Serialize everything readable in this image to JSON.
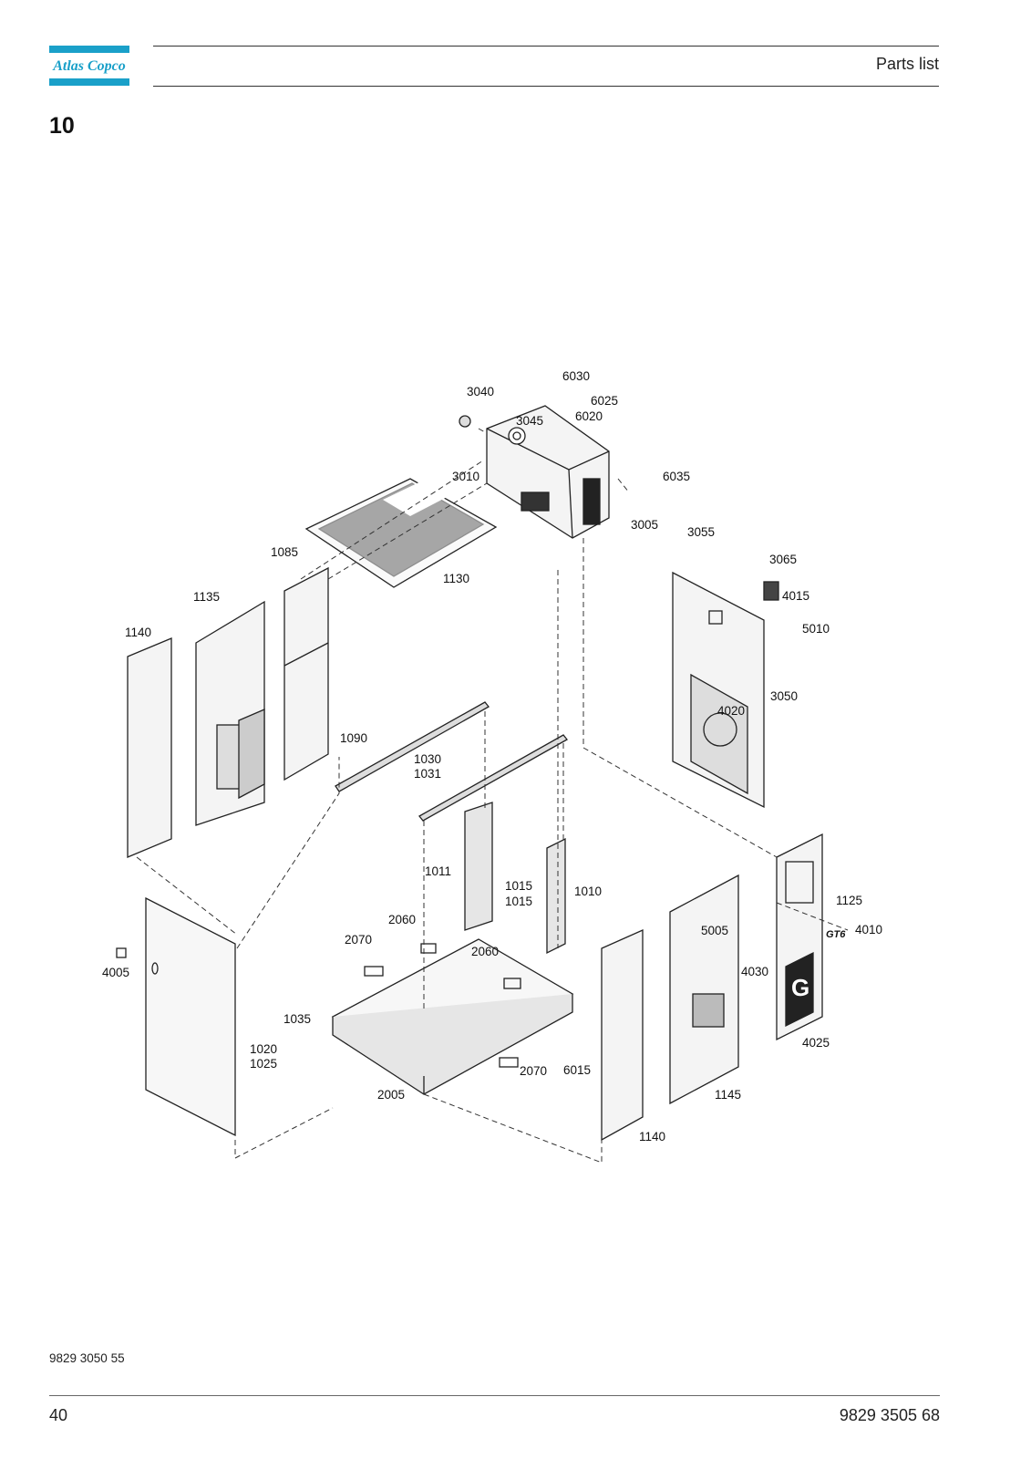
{
  "header": {
    "brand": "Atlas Copco",
    "title": "Parts list",
    "brand_color": "#1aa0c9"
  },
  "section": {
    "number": "10"
  },
  "diagram": {
    "part_labels": [
      "3040",
      "6030",
      "6025",
      "6020",
      "3045",
      "3010",
      "6035",
      "3005",
      "3055",
      "3065",
      "4015",
      "5010",
      "1130",
      "1085",
      "1135",
      "1140",
      "3050",
      "4020",
      "1090",
      "1030",
      "1031",
      "1011",
      "1015",
      "1015",
      "1010",
      "2060",
      "2070",
      "2060",
      "4005",
      "1125",
      "4010",
      "5005",
      "4030",
      "1035",
      "1020",
      "1025",
      "2070",
      "6015",
      "2005",
      "4025",
      "1145",
      "1140"
    ],
    "emblem_letter": "G",
    "badge_text": "GT6"
  },
  "footer": {
    "doc_code": "9829 3050 55",
    "page_number": "40",
    "doc_number": "9829 3505 68"
  }
}
